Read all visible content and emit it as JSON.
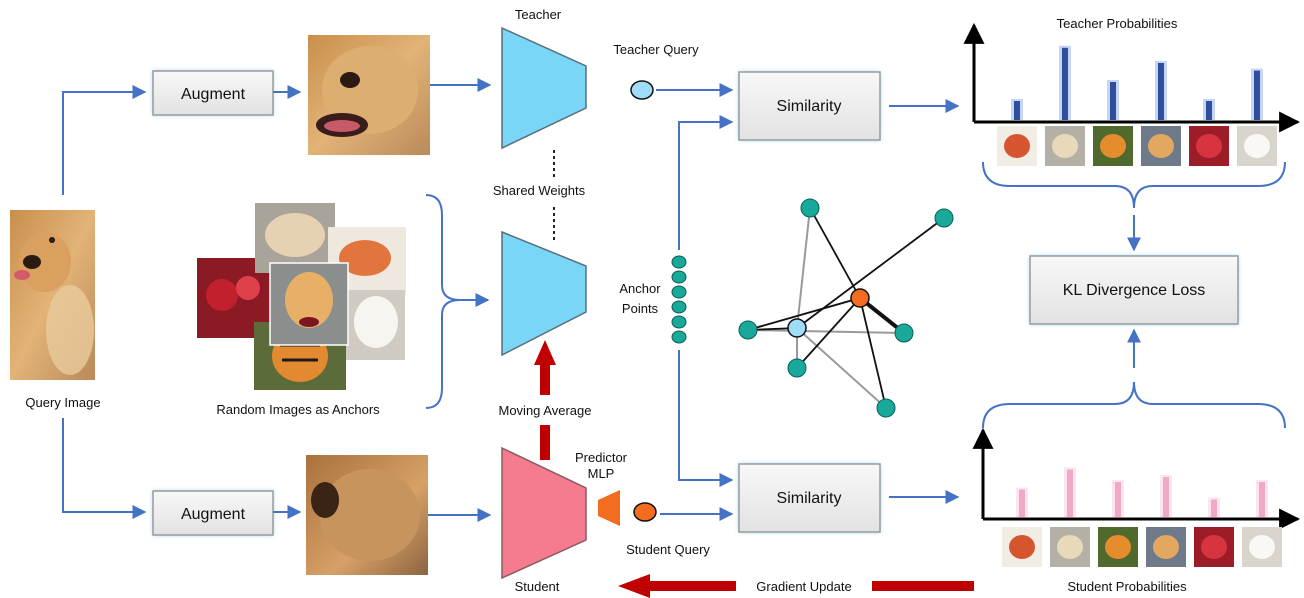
{
  "labels": {
    "query_image": "Query Image",
    "augment_top": "Augment",
    "augment_bottom": "Augment",
    "teacher": "Teacher",
    "teacher_query": "Teacher Query",
    "shared_weights": "Shared Weights",
    "random_anchors": "Random Images as Anchors",
    "moving_average": "Moving Average",
    "predictor_line1": "Predictor",
    "predictor_line2": "MLP",
    "student": "Student",
    "student_query": "Student Query",
    "anchor_line1": "Anchor",
    "anchor_line2": "Points",
    "similarity_top": "Similarity",
    "similarity_bottom": "Similarity",
    "kl_loss": "KL Divergence Loss",
    "teacher_prob": "Teacher Probabilities",
    "student_prob": "Student Probabilities",
    "gradient_update": "Gradient Update"
  },
  "colors": {
    "arrow_blue": "#4472c4",
    "arrow_red": "#c00000",
    "teacher_fill": "#79d6f7",
    "student_fill": "#f47c8e",
    "predictor_fill": "#f36c20",
    "teacher_query": "#9fdcf8",
    "student_query": "#f36c20",
    "anchor_point": "#18a99a",
    "teacher_bar": "#2f4f9e",
    "student_bar": "#f2a8c8"
  },
  "teacher_probabilities": [
    0.25,
    0.95,
    0.5,
    0.75,
    0.25,
    0.65
  ],
  "student_probabilities": [
    0.55,
    0.95,
    0.7,
    0.8,
    0.35,
    0.7
  ],
  "thumbnails": [
    "food-thumbnail",
    "dog-thumbnail",
    "tiger-thumbnail",
    "puppy-thumbnail",
    "pomegranate-thumbnail",
    "white-dog-thumbnail"
  ]
}
